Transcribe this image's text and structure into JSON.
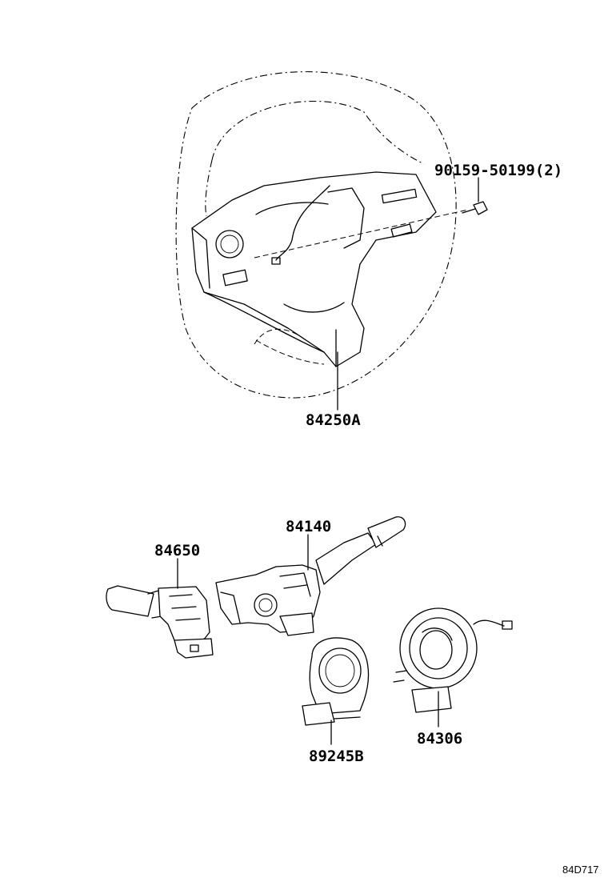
{
  "parts": {
    "steering_pad": "84250A",
    "bolt": "90159-50199(2)",
    "combination_switch": "84140",
    "wiper_switch": "84650",
    "spiral_cable": "84306",
    "sensor_ring": "89245B"
  },
  "diagram_code": "84D717"
}
